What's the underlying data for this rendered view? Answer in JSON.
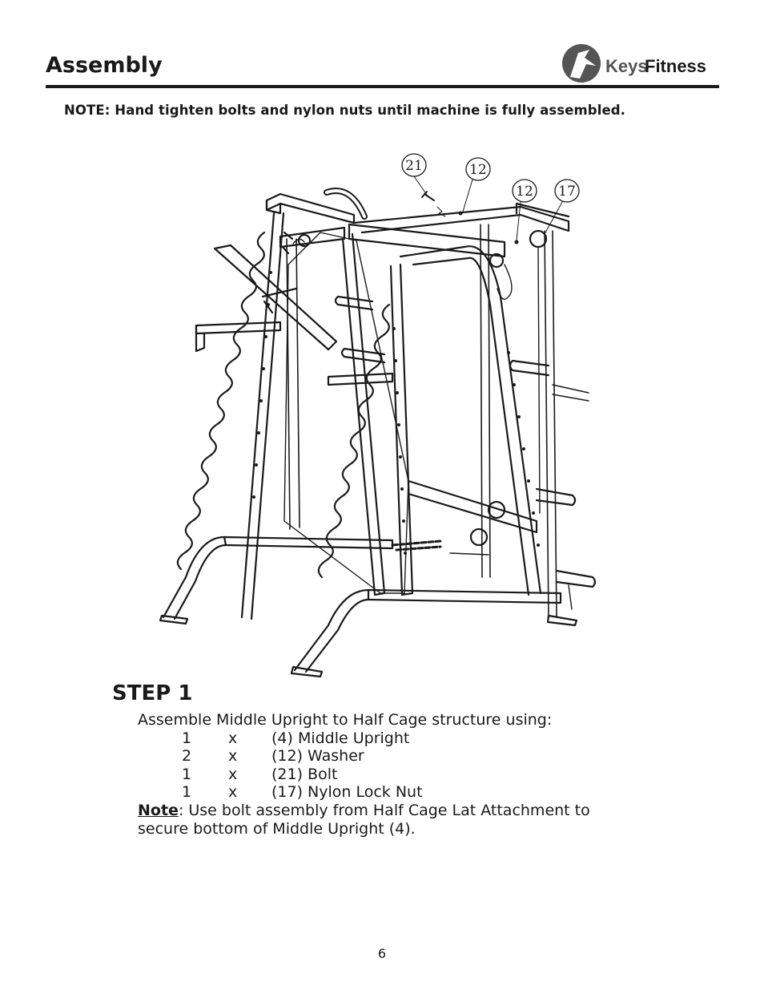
{
  "header": {
    "section_title": "Assembly",
    "logo_text_a": "Keys",
    "logo_text_b": "Fitness"
  },
  "note": "NOTE:  Hand tighten bolts and nylon nuts until machine is fully assembled.",
  "figure": {
    "callouts": [
      "21",
      "12",
      "12",
      "17"
    ]
  },
  "step": {
    "title": "STEP 1",
    "intro": "Assemble Middle Upright to Half Cage structure using:",
    "parts": [
      {
        "qty": "1",
        "x": "x",
        "part": "(4) Middle Upright"
      },
      {
        "qty": "2",
        "x": "x",
        "part": "(12) Washer"
      },
      {
        "qty": "1",
        "x": "x",
        "part": "(21) Bolt"
      },
      {
        "qty": "1",
        "x": "x",
        "part": "(17) Nylon Lock Nut"
      }
    ],
    "note_label": "Note",
    "note_text": ":  Use bolt assembly from Half Cage Lat Attachment to",
    "note_text_2": "secure bottom of Middle Upright (4)."
  },
  "page_number": "6",
  "colors": {
    "ink": "#1a1a1a",
    "logo_gray": "#555555"
  }
}
